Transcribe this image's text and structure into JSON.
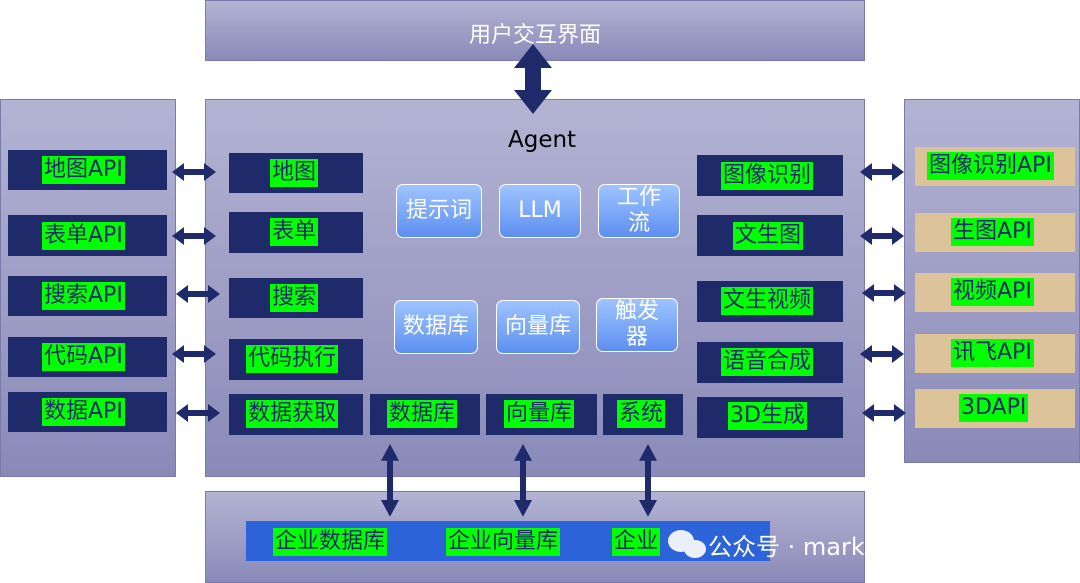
{
  "top": {
    "title": "用户交互界面"
  },
  "agent": {
    "title": "Agent",
    "core": [
      "提示词",
      "LLM",
      "工作流",
      "数据库",
      "向量库",
      "触发器"
    ]
  },
  "left_apis": [
    "地图API",
    "表单API",
    "搜索API",
    "代码API",
    "数据API"
  ],
  "left_modules": [
    "地图",
    "表单",
    "搜索",
    "代码执行",
    "数据获取"
  ],
  "bottom_modules": [
    "数据库",
    "向量库",
    "系统"
  ],
  "right_modules": [
    "图像识别",
    "文生图",
    "文生视频",
    "语音合成",
    "3D生成"
  ],
  "right_apis": [
    "图像识别API",
    "生图API",
    "视频API",
    "讯飞API",
    "3DAPI"
  ],
  "enterprise": [
    "企业数据库",
    "企业向量库",
    "企业"
  ],
  "watermark": "公众号 · markzou的笔记"
}
